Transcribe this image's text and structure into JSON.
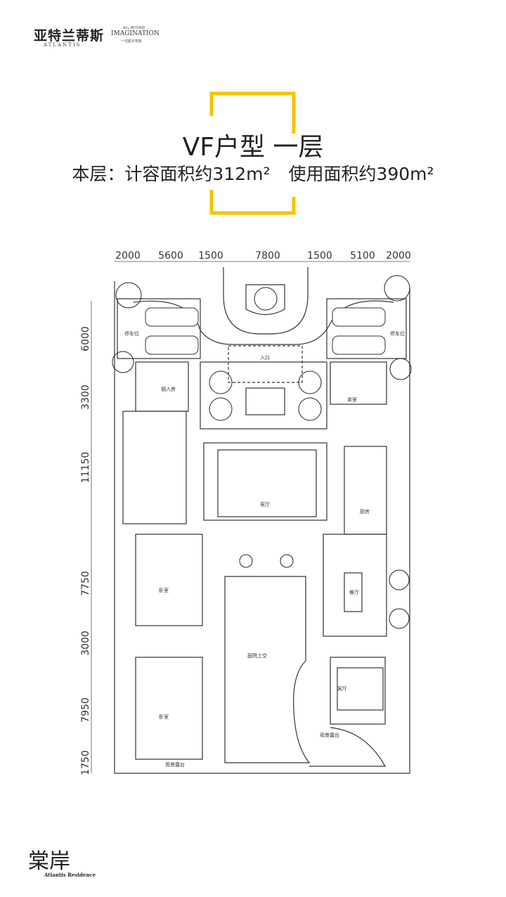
{
  "header": {
    "brand": "亚特兰蒂斯",
    "brand_en": "ATLANTIS",
    "partner_top": "ALL BEYOND",
    "partner": "IMAGINATION",
    "partner_sub": "一切超乎想象"
  },
  "title": "VF户型  一层",
  "subtitle": "本层：计容面积约312m²  使用面积约390m²",
  "accent_color": "#f5c400",
  "dimensions": {
    "top": [
      "2000",
      "5600",
      "1500",
      "7800",
      "1500",
      "5100",
      "2000"
    ],
    "left": [
      "6000",
      "3300",
      "11150",
      "7750",
      "3000",
      "7950",
      "1750"
    ]
  },
  "rooms": {
    "parking_left": "停车位",
    "parking_right": "停车位",
    "entrance": "入口",
    "servant": "佣人房",
    "tea": "茶室",
    "living": "客厅",
    "kitchen": "厨房",
    "dining": "餐厅",
    "bedroom1": "卧室",
    "bedroom2": "卧室",
    "courtyard": "庭院上空",
    "living2": "客厅",
    "terrace1": "观景露台",
    "terrace2": "观景露台"
  },
  "footer": {
    "logo": "棠岸",
    "logo_en": "Atlantis Residence"
  }
}
